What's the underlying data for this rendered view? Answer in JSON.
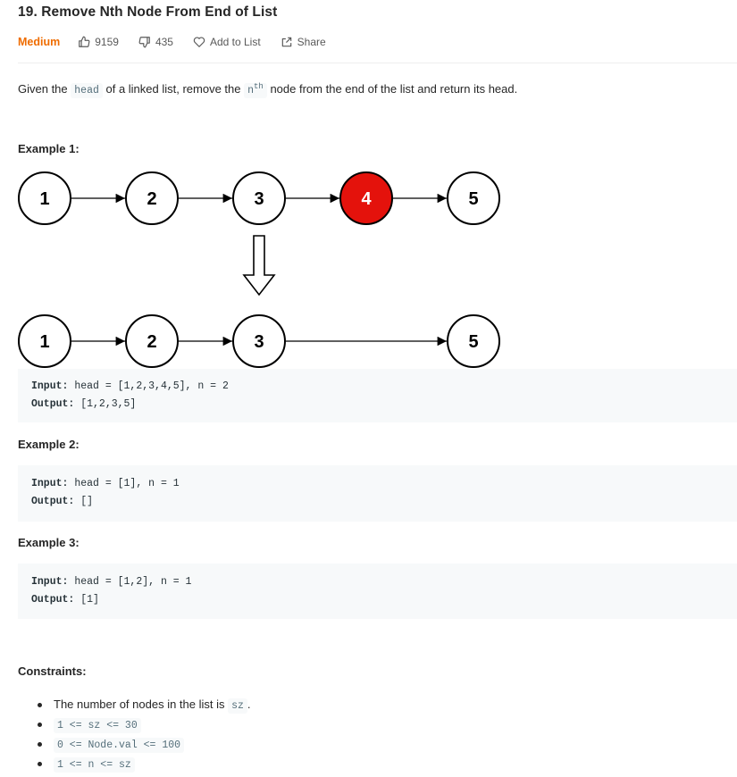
{
  "problem": {
    "title": "19. Remove Nth Node From End of List",
    "difficulty": "Medium",
    "likes": "9159",
    "dislikes": "435",
    "add_to_list": "Add to List",
    "share": "Share"
  },
  "description": {
    "prefix": "Given the ",
    "code_head": "head",
    "middle": " of a linked list, remove the ",
    "n_base": "n",
    "n_sup": "th",
    "suffix": " node from the end of the list and return its head."
  },
  "examples": [
    {
      "heading": "Example 1:",
      "input_label": "Input:",
      "input_value": " head = [1,2,3,4,5], n = 2",
      "output_label": "Output:",
      "output_value": " [1,2,3,5]"
    },
    {
      "heading": "Example 2:",
      "input_label": "Input:",
      "input_value": " head = [1], n = 1",
      "output_label": "Output:",
      "output_value": " []"
    },
    {
      "heading": "Example 3:",
      "input_label": "Input:",
      "input_value": " head = [1,2], n = 1",
      "output_label": "Output:",
      "output_value": " [1]"
    }
  ],
  "diagram": {
    "before_nodes": [
      "1",
      "2",
      "3",
      "4",
      "5"
    ],
    "removed_node": "4",
    "after_nodes": [
      "1",
      "2",
      "3",
      "5"
    ],
    "highlight_color": "#e4120c"
  },
  "constraints": {
    "heading": "Constraints:",
    "item1_prefix": "The number of nodes in the list is ",
    "item1_code": "sz",
    "item1_suffix": ".",
    "item2": "1 <= sz <= 30",
    "item3": "0 <= Node.val <= 100",
    "item4": "1 <= n <= sz"
  },
  "colors": {
    "difficulty": "#ef6c00",
    "code_bg": "#f7f9fa"
  },
  "icons": [
    "thumbs-up-icon",
    "thumbs-down-icon",
    "heart-icon",
    "share-icon",
    "down-arrow-icon"
  ]
}
